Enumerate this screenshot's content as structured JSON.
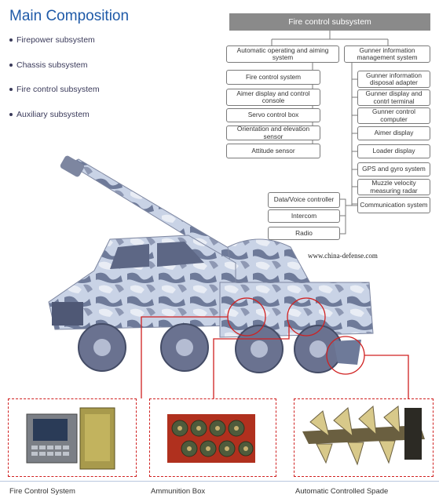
{
  "heading": "Main Composition",
  "subsystems": [
    "Firepower subsystem",
    "Chassis subsystem",
    "Fire control subsystem",
    "Auxiliary subsystem"
  ],
  "fire_control": {
    "title": "Fire control subsystem",
    "left_branch": {
      "header": "Automatic operating and aiming system",
      "items": [
        "Fire control system",
        "Aimer display and control console",
        "Servo control box",
        "Orientation and elevation sensor",
        "Attitude sensor"
      ]
    },
    "right_branch": {
      "header": "Gunner information management system",
      "items": [
        "Gunner information disposal adapter",
        "Gunner display and contrl terminal",
        "Gunner control computer",
        "Aimer display",
        "Loader display",
        "GPS and gyro system",
        "Muzzle velocity measuring radar",
        "Communication system"
      ]
    },
    "comm_items": [
      "Data/Voice controller",
      "Intercom",
      "Radio"
    ]
  },
  "watermark": "www.china-defense.com",
  "captions": [
    "Fire Control System",
    "Ammunition Box",
    "Automatic Controlled Spade"
  ],
  "colors": {
    "heading": "#1f5aa8",
    "callout": "#d02020",
    "camo_light": "#c9d3e6",
    "camo_dark": "#6e7a99"
  }
}
